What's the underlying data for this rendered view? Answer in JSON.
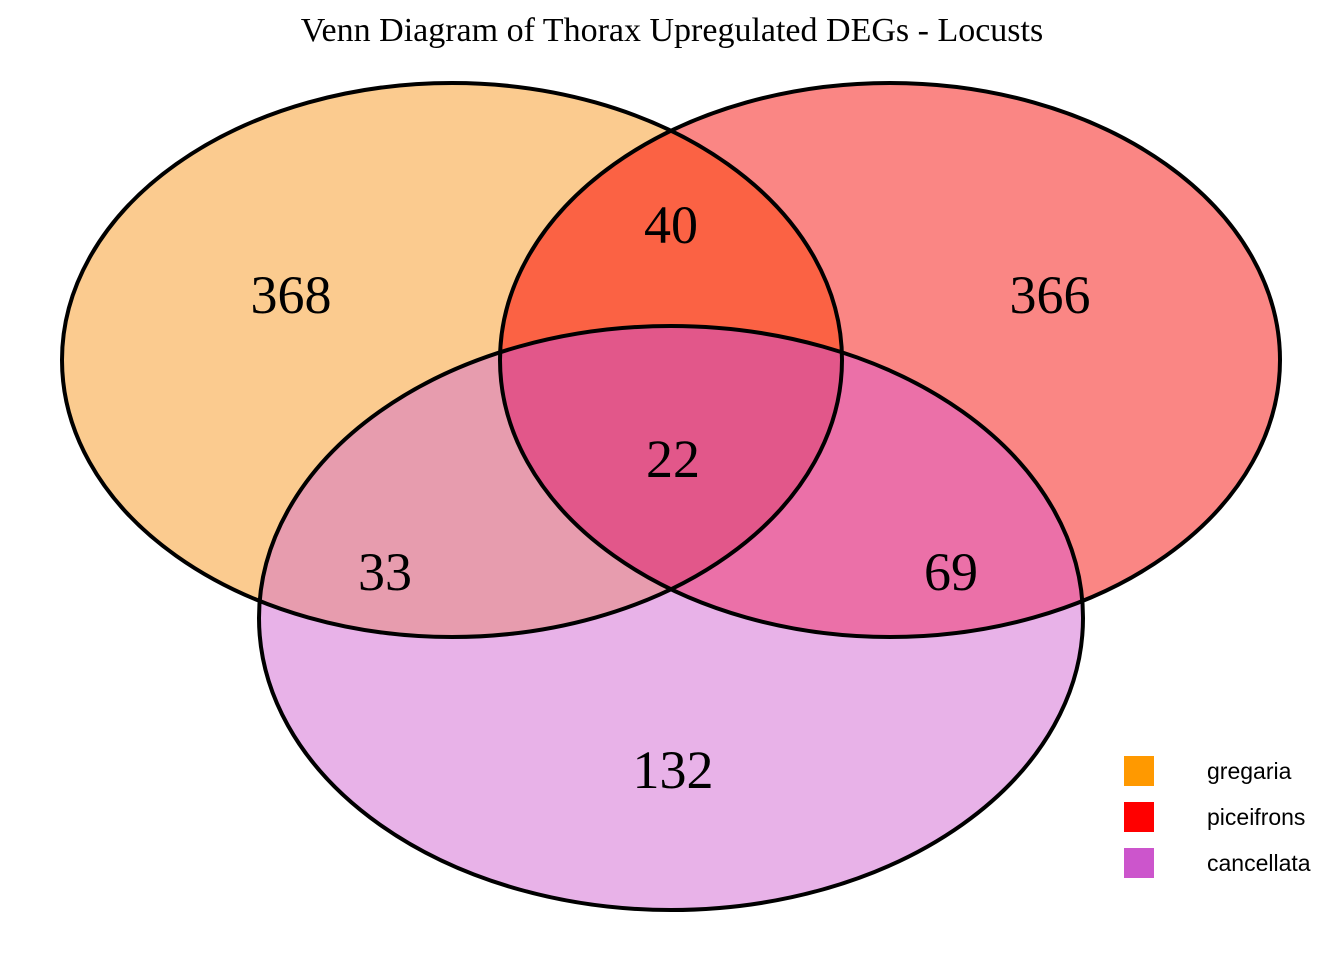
{
  "title": "Venn Diagram of Thorax Upregulated DEGs - Locusts",
  "chart_data": {
    "type": "venn",
    "title": "Venn Diagram of Thorax Upregulated DEGs - Locusts",
    "sets": [
      "gregaria",
      "piceifrons",
      "cancellata"
    ],
    "set_colors": [
      "#FF9900",
      "#FF0000",
      "#CC55CC"
    ],
    "regions": [
      {
        "id": "gregaria_only",
        "sets": [
          "gregaria"
        ],
        "label": "368",
        "value": 368,
        "fill": "#FBCB8F"
      },
      {
        "id": "piceifrons_only",
        "sets": [
          "piceifrons"
        ],
        "label": "366",
        "value": 366,
        "fill": "#FA8684"
      },
      {
        "id": "cancellata_only",
        "sets": [
          "cancellata"
        ],
        "label": "132",
        "value": 132,
        "fill": "#E8B2E8"
      },
      {
        "id": "greg_pice",
        "sets": [
          "gregaria",
          "piceifrons"
        ],
        "label": "40",
        "value": 40,
        "fill": "#FB6244"
      },
      {
        "id": "greg_canc",
        "sets": [
          "gregaria",
          "cancellata"
        ],
        "label": "33",
        "value": 33,
        "fill": "#E79CAE"
      },
      {
        "id": "pice_canc",
        "sets": [
          "piceifrons",
          "cancellata"
        ],
        "label": "69",
        "value": 69,
        "fill": "#EB70A8"
      },
      {
        "id": "all_three",
        "sets": [
          "gregaria",
          "piceifrons",
          "cancellata"
        ],
        "label": "22",
        "value": 22,
        "fill": "#E2578A"
      }
    ],
    "legend": {
      "position": "bottom-right",
      "entries": [
        {
          "label": "gregaria",
          "color": "#FF9900"
        },
        {
          "label": "piceifrons",
          "color": "#FF0000"
        },
        {
          "label": "cancellata",
          "color": "#CC55CC"
        }
      ]
    },
    "stroke_color": "#000000",
    "background": "#FFFFFF"
  },
  "venn": {
    "counts": {
      "gregaria_only": "368",
      "piceifrons_only": "366",
      "cancellata_only": "132",
      "gregaria_piceifrons": "40",
      "gregaria_cancellata": "33",
      "piceifrons_cancellata": "69",
      "all_three": "22"
    }
  },
  "legend": {
    "entries": [
      {
        "label": "gregaria",
        "color": "#FF9900"
      },
      {
        "label": "piceifrons",
        "color": "#FF0000"
      },
      {
        "label": "cancellata",
        "color": "#CC55CC"
      }
    ]
  }
}
